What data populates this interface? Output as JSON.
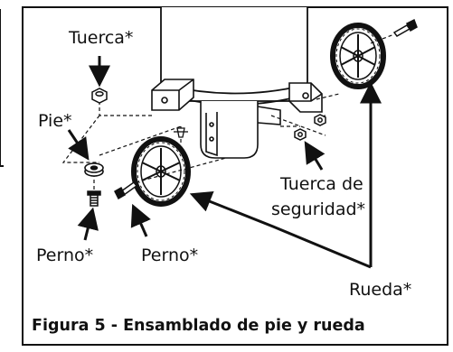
{
  "figure": {
    "caption": "Figura 5 - Ensamblado de pie y rueda"
  },
  "labels": {
    "tuerca": "Tuerca*",
    "pie": "Pie*",
    "perno_left": "Perno*",
    "perno_center": "Perno*",
    "tuerca_de_line1": "Tuerca de",
    "tuerca_de_line2": "seguridad*",
    "rueda": "Rueda*"
  },
  "colors": {
    "line": "#111111",
    "background": "#ffffff"
  }
}
